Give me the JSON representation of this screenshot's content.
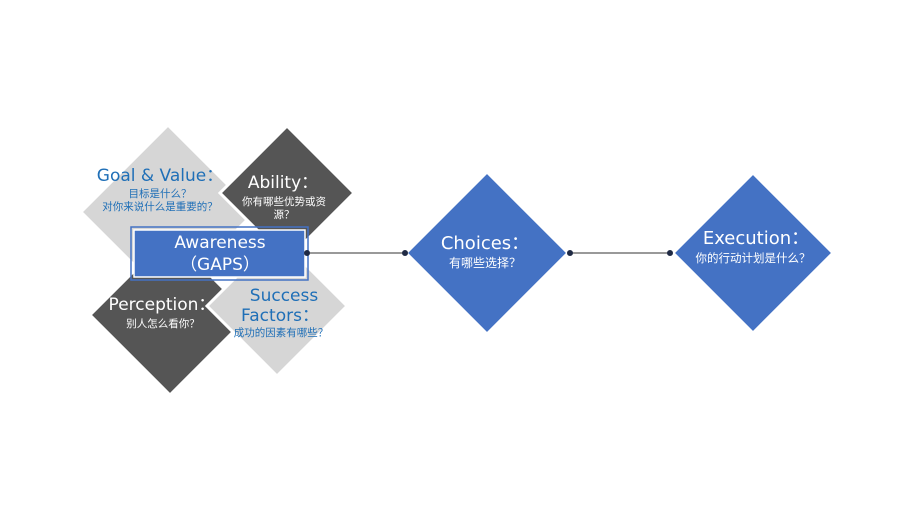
{
  "colors": {
    "light_gray_fill": "#d6d6d6",
    "dark_gray_fill": "#555555",
    "blue_fill": "#4472c4",
    "border": "#ffffff",
    "blue_text": "#1f6fb7",
    "connector": "#333333",
    "dot": "#1f2a44"
  },
  "gaps": {
    "goal": {
      "title": "Goal & Value：",
      "line1": "目标是什么？",
      "line2": "对你来说什么是重要的？"
    },
    "ability": {
      "title": "Ability：",
      "line1": "你有哪些优势或资",
      "line2": "源？"
    },
    "perception": {
      "title": "Perception：",
      "line1": "别人怎么看你？"
    },
    "success": {
      "title_line1": "Success",
      "title_line2": "Factors：",
      "line1": "成功的因素有哪些？"
    }
  },
  "awareness": {
    "line1": "Awareness",
    "line2": "（GAPS）"
  },
  "choices": {
    "title": "Choices：",
    "line1": "有哪些选择？"
  },
  "execution": {
    "title": "Execution：",
    "line1": "你的行动计划是什么？"
  }
}
